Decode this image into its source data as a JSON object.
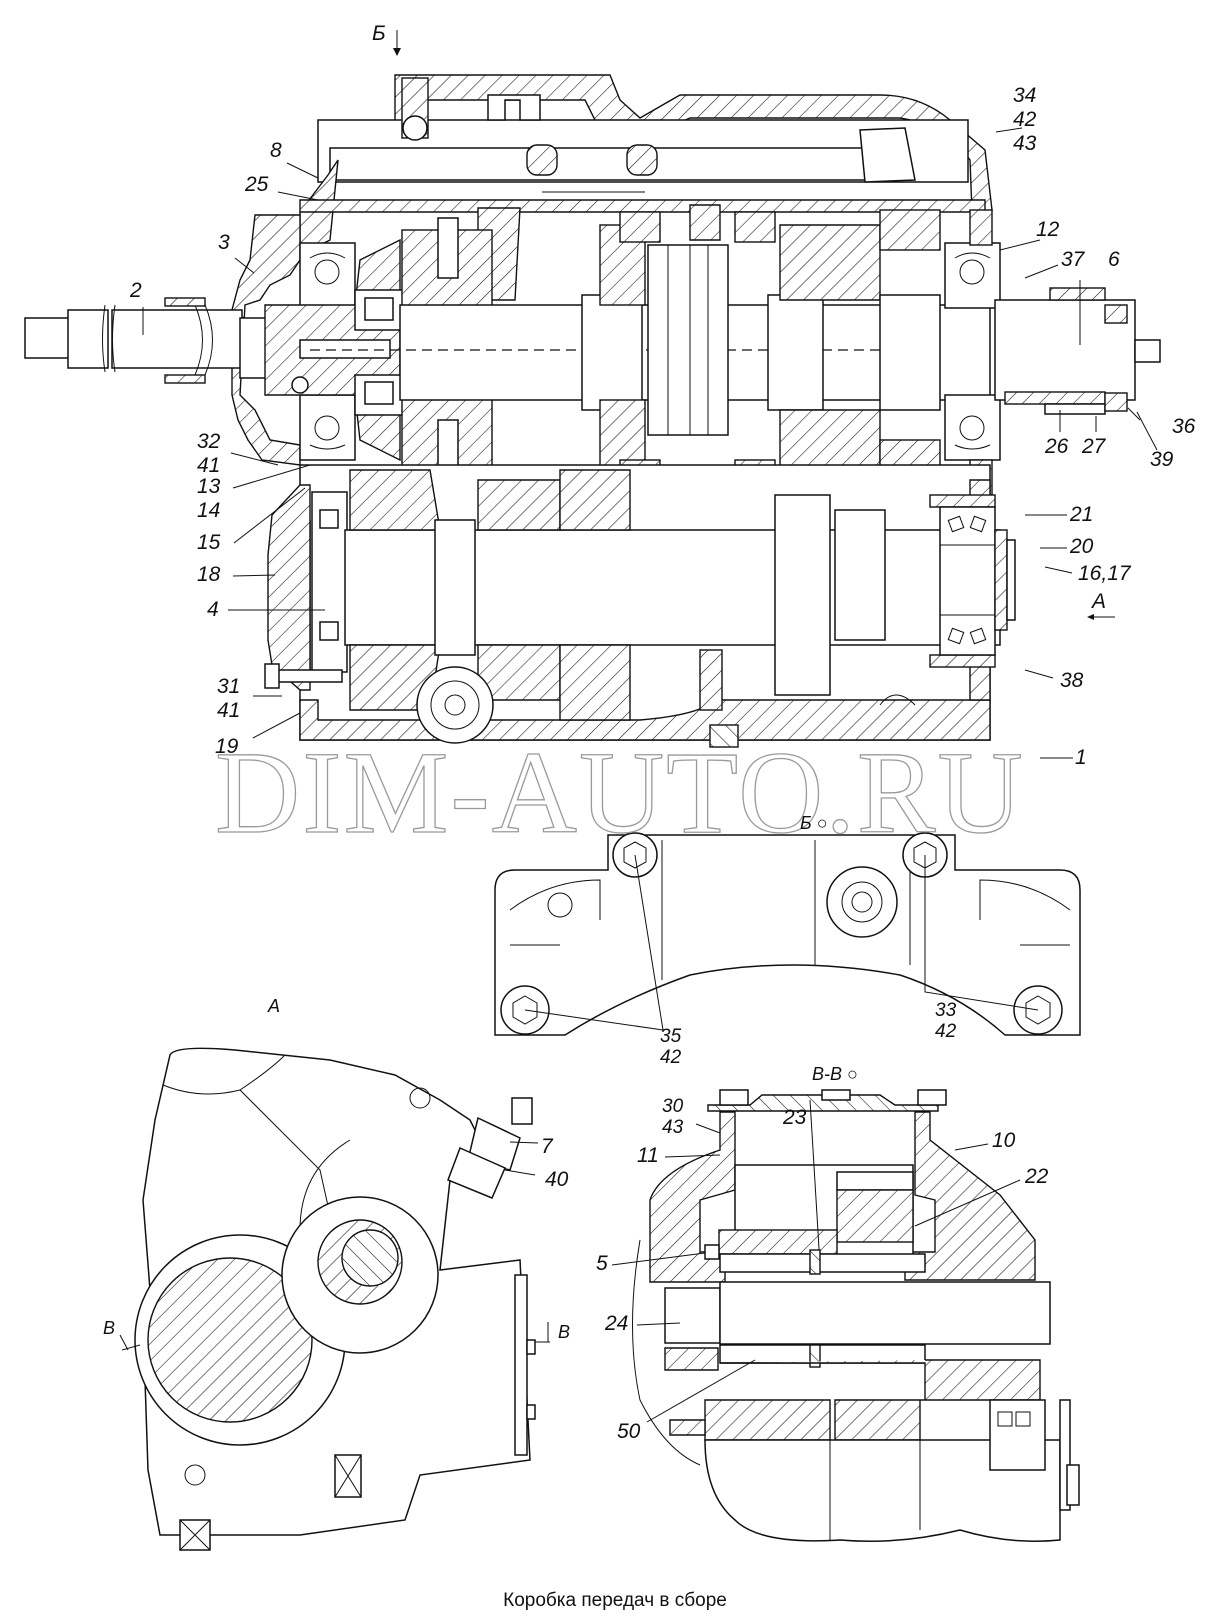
{
  "title": "Коробка передач в сборе",
  "watermark": "DIM-AUTO.RU",
  "views": {
    "main_section": {
      "view_arrow_label": "Б",
      "side_arrow_label": "А"
    },
    "view_b": {
      "label": "Б",
      "rotation_symbol": "○"
    },
    "view_a": {
      "label": "А",
      "section_marker": "В"
    },
    "section_vv": {
      "label": "В-В",
      "rotation_symbol": "○"
    }
  },
  "callouts": {
    "main": [
      {
        "id": "c2",
        "text": "2"
      },
      {
        "id": "c3",
        "text": "3"
      },
      {
        "id": "c8",
        "text": "8"
      },
      {
        "id": "c25",
        "text": "25"
      },
      {
        "id": "c32_41",
        "text": "32\n41"
      },
      {
        "id": "c13_14",
        "text": "13\n14"
      },
      {
        "id": "c15",
        "text": "15"
      },
      {
        "id": "c18",
        "text": "18"
      },
      {
        "id": "c4",
        "text": "4"
      },
      {
        "id": "c31_41",
        "text": "31\n41"
      },
      {
        "id": "c19",
        "text": "19"
      },
      {
        "id": "c34_42_43",
        "text": "34\n42\n43"
      },
      {
        "id": "c12",
        "text": "12"
      },
      {
        "id": "c37",
        "text": "37"
      },
      {
        "id": "c6",
        "text": "6"
      },
      {
        "id": "c36",
        "text": "36"
      },
      {
        "id": "c26",
        "text": "26"
      },
      {
        "id": "c27",
        "text": "27"
      },
      {
        "id": "c39",
        "text": "39"
      },
      {
        "id": "c21",
        "text": "21"
      },
      {
        "id": "c20",
        "text": "20"
      },
      {
        "id": "c16_17",
        "text": "16,17"
      },
      {
        "id": "c38",
        "text": "38"
      },
      {
        "id": "c1",
        "text": "1"
      }
    ],
    "view_b": [
      {
        "id": "c35_42",
        "text": "35\n42"
      },
      {
        "id": "c33_42",
        "text": "33\n42"
      }
    ],
    "view_a": [
      {
        "id": "c7",
        "text": "7"
      },
      {
        "id": "c40",
        "text": "40"
      }
    ],
    "section_vv": [
      {
        "id": "c30_43",
        "text": "30\n43"
      },
      {
        "id": "c23",
        "text": "23"
      },
      {
        "id": "c10",
        "text": "10"
      },
      {
        "id": "c11",
        "text": "11"
      },
      {
        "id": "c22",
        "text": "22"
      },
      {
        "id": "c5",
        "text": "5"
      },
      {
        "id": "c24",
        "text": "24"
      },
      {
        "id": "c50",
        "text": "50"
      }
    ]
  }
}
